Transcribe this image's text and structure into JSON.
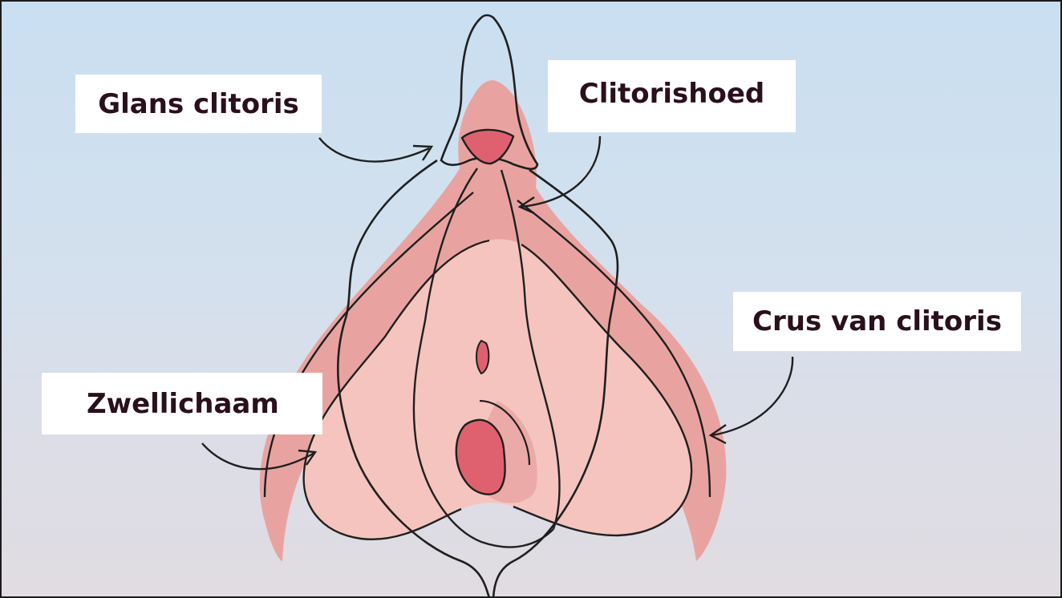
{
  "labels": {
    "glans": "Glans clitoris",
    "hood": "Clitorishoed",
    "crus": "Crus van clitoris",
    "zwellichaam": "Zwellichaam"
  },
  "colors": {
    "background_top": "#c9dff1",
    "background_bottom": "#e0dce1",
    "crus_pink": "#e8a3a1",
    "bulb_pink": "#f5c4bf",
    "glans_red": "#df6170",
    "outline": "#1f1f1f",
    "label_text": "#2a0f1c"
  }
}
